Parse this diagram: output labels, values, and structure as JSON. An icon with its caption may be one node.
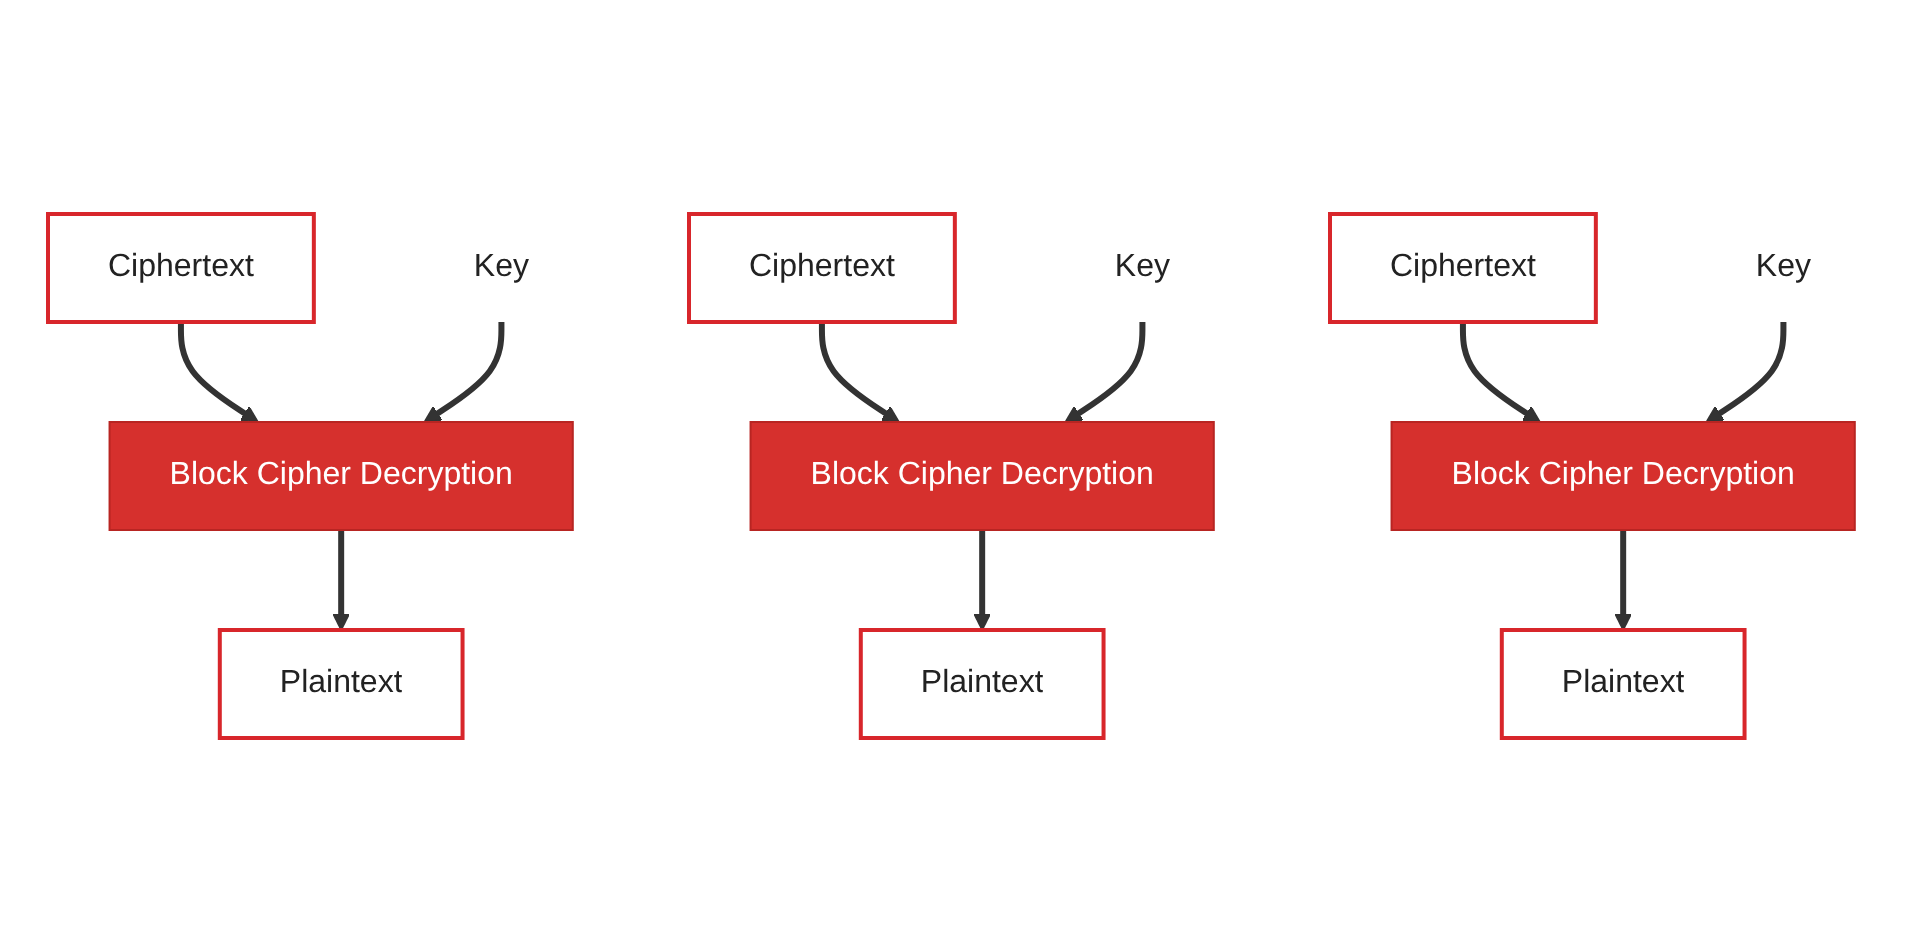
{
  "diagram": {
    "nodes": [
      {
        "text": [
          "Ciphertext"
        ]
      },
      {
        "text": [
          "Ciphertext"
        ]
      },
      {
        "text": [
          "Ciphertext"
        ]
      },
      {
        "text": [
          "Key"
        ]
      },
      {
        "text": [
          "Block Cipher Decryption"
        ]
      },
      {
        "text": [
          "Key"
        ]
      },
      {
        "text": [
          "Block Cipher Decryption"
        ]
      },
      {
        "text": [
          "Key"
        ]
      },
      {
        "text": [
          "Block Cipher Decryption"
        ]
      },
      {
        "text": [
          "Plaintext"
        ]
      },
      {
        "text": [
          "Plaintext"
        ]
      },
      {
        "text": [
          "Plaintext"
        ]
      }
    ],
    "edges": [
      {
        "from": 0,
        "to": 4,
        "arrow": "to"
      },
      {
        "from": 3,
        "to": 4,
        "arrow": "to"
      },
      {
        "from": 4,
        "to": 9,
        "arrow": "to"
      },
      {
        "from": 1,
        "to": 6,
        "arrow": "to"
      },
      {
        "from": 5,
        "to": 6,
        "arrow": "to"
      },
      {
        "from": 6,
        "to": 10,
        "arrow": "to"
      },
      {
        "from": 2,
        "to": 8,
        "arrow": "to"
      },
      {
        "from": 7,
        "to": 8,
        "arrow": "to"
      },
      {
        "from": 8,
        "to": 11,
        "arrow": "to"
      }
    ]
  }
}
